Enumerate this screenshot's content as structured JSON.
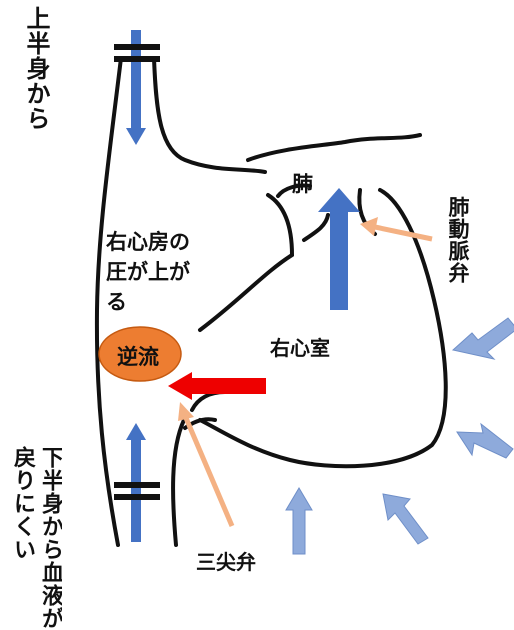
{
  "labels": {
    "from_upper_body": "上半身から",
    "lower_body_col1": "下半身から血液が",
    "lower_body_col2": "戻りにくい",
    "right_atrium_line1": "右心房の",
    "right_atrium_line2": "圧が上が",
    "right_atrium_line3": "る",
    "backflow": "逆流",
    "right_ventricle": "右心室",
    "lung": "肺",
    "pulmonary_valve": "肺動脈弁",
    "tricuspid_valve": "三尖弁"
  },
  "colors": {
    "outline": "#111111",
    "flow_arrow": "#4472c4",
    "pressure_arrow": "#8eaadb",
    "backflow_ellipse": "#ed7d31",
    "backflow_arrow": "#ee0000",
    "pointer_arrow": "#f4b183"
  }
}
